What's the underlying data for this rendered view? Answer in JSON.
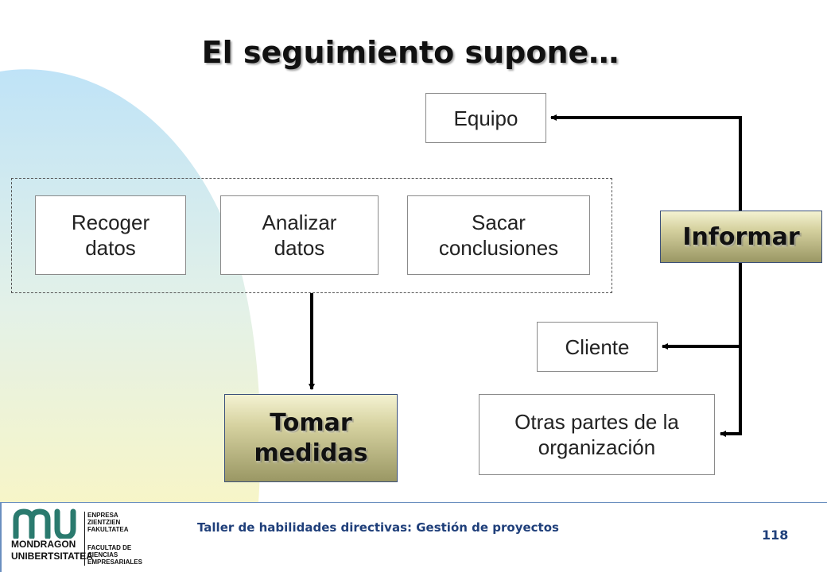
{
  "title": "El seguimiento supone…",
  "steps": [
    {
      "label": "Recoger datos"
    },
    {
      "label": "Analizar datos"
    },
    {
      "label": "Sacar conclusiones"
    }
  ],
  "actions": {
    "take_measures": "Tomar medidas",
    "inform": "Informar"
  },
  "recipients": [
    {
      "label": "Equipo"
    },
    {
      "label": "Cliente"
    },
    {
      "label": "Otras partes de la organización"
    }
  ],
  "footer": {
    "course": "Taller de habilidades directivas: Gestión de proyectos",
    "page": "118",
    "logo": {
      "name_line1": "MONDRAGON",
      "name_line2": "UNIBERTSITATEA",
      "fac_block1": [
        "ENPRESA",
        "ZIENTZIEN",
        "FAKULTATEA"
      ],
      "fac_block2": [
        "FACULTAD DE",
        "CIENCIAS",
        "EMPRESARIALES"
      ]
    }
  },
  "colors": {
    "blob_blue": "#bfe3f7",
    "blob_yellow": "#f7f5c8",
    "action_light": "#f4f2d2",
    "action_dark": "#9a9764",
    "footer_text": "#1f3f7a"
  }
}
